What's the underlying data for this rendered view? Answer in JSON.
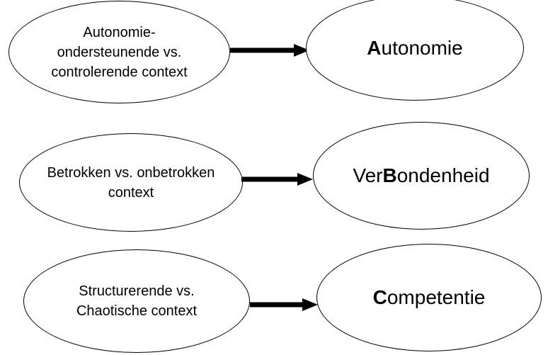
{
  "diagram": {
    "rows": [
      {
        "left": {
          "lines": [
            "Autonomie-",
            "ondersteunende vs.",
            "controlerende context"
          ]
        },
        "right": {
          "prefix": "",
          "bold": "A",
          "suffix": "utonomie"
        }
      },
      {
        "left": {
          "lines": [
            "Betrokken vs. onbetrokken",
            "context"
          ]
        },
        "right": {
          "prefix": "Ver",
          "bold": "B",
          "suffix": "ondenheid"
        }
      },
      {
        "left": {
          "lines": [
            "Structurerende vs.",
            "Chaotische context"
          ]
        },
        "right": {
          "prefix": "",
          "bold": "C",
          "suffix": "ompetentie"
        }
      }
    ],
    "colors": {
      "background": "#ffffff",
      "ellipse_stroke": "#000000",
      "ellipse_fill": "#ffffff",
      "text": "#000000",
      "arrow": "#000000"
    }
  }
}
